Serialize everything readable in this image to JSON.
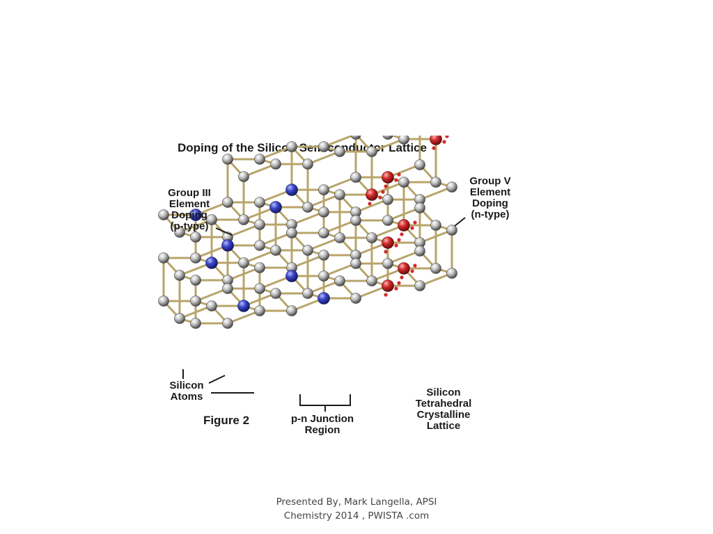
{
  "figure": {
    "title": "Doping of the Silicon Semiconductor Lattice",
    "labels": {
      "group_three": [
        "Group III",
        "Element",
        "Doping",
        "(p-type)"
      ],
      "group_five": [
        "Group V",
        "Element",
        "Doping",
        "(n-type)"
      ],
      "silicon_atoms": [
        "Silicon",
        "Atoms"
      ],
      "figure_number": "Figure 2",
      "pn_junction": [
        "p-n Junction",
        "Region"
      ],
      "lattice": [
        "Silicon",
        "Tetrahedral",
        "Crystalline",
        "Lattice"
      ]
    },
    "colors": {
      "silicon_atom": "#b8b8b8",
      "group_three_atom": "#3a47c8",
      "group_five_atom": "#d22a2a",
      "bond": "#b8a46a",
      "free_electron": "#d22a2a"
    }
  },
  "footer": {
    "line1": "Presented By, Mark Langella, APSI",
    "line2": "Chemistry 2014 , PWISTA .com"
  }
}
